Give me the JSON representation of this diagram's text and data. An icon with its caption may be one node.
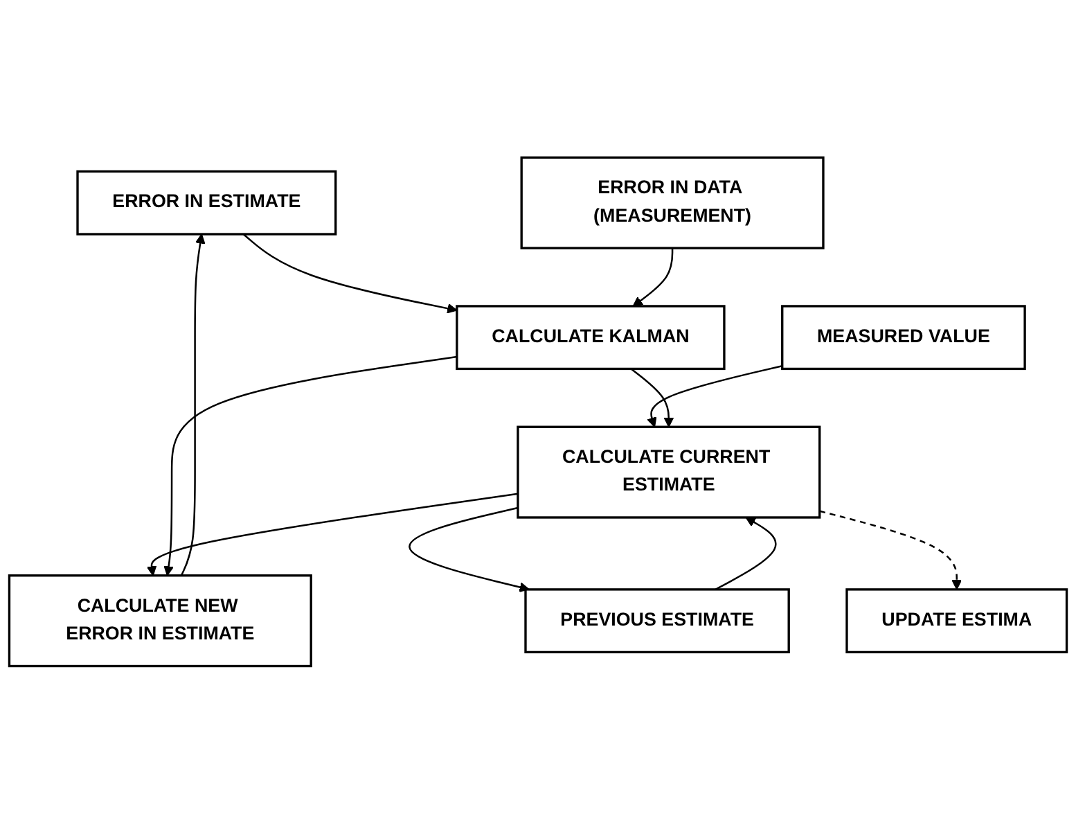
{
  "diagram": {
    "nodes": [
      {
        "text": [
          "ERROR IN ESTIMATE"
        ]
      },
      {
        "text": [
          "ERROR IN DATA (MEASUREMENT)"
        ]
      },
      {
        "text": [
          "PREVIOUS ESTIMATE"
        ]
      },
      {
        "text": [
          "MEASURED VALUE"
        ]
      },
      {
        "text": [
          "CALCULATE KALMAN"
        ]
      },
      {
        "text": [
          "CALCULATE CURRENT ESTIMATE"
        ]
      },
      {
        "text": [
          "CALCULATE NEW ERROR IN ESTIMATE"
        ]
      },
      {
        "text": [
          "UPDATE ESTIMA"
        ]
      }
    ],
    "edges": [
      {
        "from": 0,
        "to": 4,
        "arrow": "to"
      },
      {
        "from": 1,
        "to": 4,
        "arrow": "to"
      },
      {
        "from": 2,
        "to": 5,
        "arrow": "to"
      },
      {
        "from": 3,
        "to": 5,
        "arrow": "to"
      },
      {
        "from": 4,
        "to": 5,
        "arrow": "to"
      },
      {
        "from": 5,
        "to": 6,
        "arrow": "to"
      },
      {
        "from": 4,
        "to": 6,
        "arrow": "to"
      },
      {
        "from": 6,
        "to": 0,
        "arrow": "to"
      },
      {
        "from": 5,
        "to": 2,
        "arrow": "to"
      },
      {
        "from": 5,
        "to": 7,
        "arrow": "to",
        "style": "dashed"
      }
    ]
  }
}
